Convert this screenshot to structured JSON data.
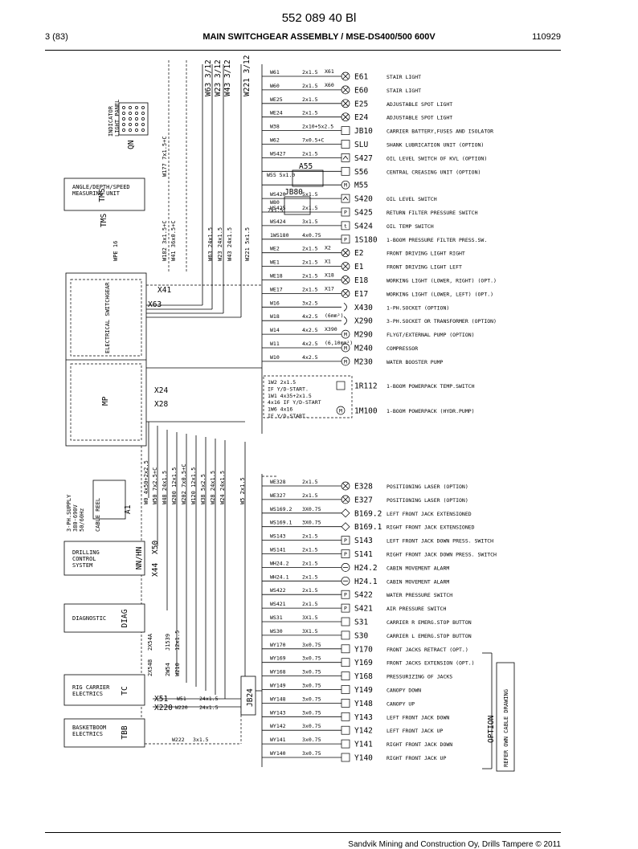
{
  "header": {
    "doc_number": "552 089 40 Bl",
    "page": "3 (83)",
    "title": "MAIN SWITCHGEAR ASSEMBLY / MSE-DS400/500 600V",
    "date": "110929"
  },
  "footer": {
    "text": "Sandvik Mining and Construction Oy, Drills Tampere © 2011"
  },
  "left_blocks": [
    {
      "key": "angle",
      "label1": "ANGLE/DEPTH/SPEED",
      "label2": "MEASURING UNIT",
      "tag": "TMS"
    },
    {
      "key": "drilling",
      "label1": "DRILLING",
      "label2": "CONTROL",
      "label3": "SYSTEM",
      "tag": "NN/HN"
    },
    {
      "key": "diagnostic",
      "label1": "DIAGNOSTIC",
      "tag": "DIAG"
    },
    {
      "key": "rig",
      "label1": "RIG CARRIER",
      "label2": "ELECTRICS",
      "tag": "TC"
    },
    {
      "key": "basket",
      "label1": "BASKETBOOM",
      "label2": "ELECTRICS",
      "tag": "TBB"
    }
  ],
  "labels": {
    "indicator_panel": "INDICATOR",
    "indicator_panel2": "LIGHT PANEL",
    "qn": "QN",
    "switchgear": "ELECTRICAL SWITCHGEAR",
    "mp": "MP",
    "supply1": "3-PH.SUPPLY",
    "supply2": "380-690V",
    "supply3": "50/60Hz",
    "cable_reel": "CABLE REEL",
    "a1": "A1",
    "jb24": "JB24",
    "a55": "A55",
    "jb80": "JB80",
    "w80": "W80",
    "w80_cable": "7x1.5",
    "w55": "W55 5x1.0",
    "wpe16": "WPE 16",
    "x41": "X41",
    "x63": "X63",
    "x24": "X24",
    "x28": "X28",
    "x50": "X50",
    "x44": "X44",
    "x51": "X51",
    "x220": "X220",
    "w51": "W51",
    "w51_cable": "24x1.5",
    "w220": "W220",
    "w220_cable": "24x1.5",
    "w222": "W222",
    "w222_cable": "3x1.5",
    "option": "OPTION",
    "refer": "REFER OWN CABLE DRAWING"
  },
  "top_wires": [
    "W63 3/12",
    "W23 3/12",
    "W43 3/12",
    "W221 3/12"
  ],
  "mid_wires": [
    {
      "name": "W177",
      "cable": "7x1.5+C"
    },
    {
      "name": "W182",
      "cable": "3x1.5+C"
    },
    {
      "name": "W41",
      "cable": "36x0.5+C"
    },
    {
      "name": "W63",
      "cable": "24x1.5"
    },
    {
      "name": "W23",
      "cable": "24x1.5"
    },
    {
      "name": "W43",
      "cable": "24x1.5"
    },
    {
      "name": "W221",
      "cable": "5x1.5"
    }
  ],
  "bottom_wires": [
    {
      "name": "W0",
      "cable": "4x50+2x2.5"
    },
    {
      "name": "W50",
      "cable": "7x2.5+C"
    },
    {
      "name": "W48",
      "cable": "24x1.5"
    },
    {
      "name": "W200",
      "cable": "12x1.5"
    },
    {
      "name": "W202",
      "cable": "7x0.5+C"
    },
    {
      "name": "W120",
      "cable": "12x1.5"
    },
    {
      "name": "W38",
      "cable": "5x2.5"
    },
    {
      "name": "W28",
      "cable": "24x1.5"
    },
    {
      "name": "W24",
      "cable": "24x1.5"
    },
    {
      "name": "W5",
      "cable": "2x1.5"
    }
  ],
  "diag_wires": [
    {
      "name": "2X54A",
      "cable": ""
    },
    {
      "name": "J1539",
      "cable": ""
    },
    {
      "name": "12x1.5",
      "cable": ""
    },
    {
      "name": "2X54B",
      "cable": ""
    },
    {
      "name": "2W54",
      "cable": ""
    },
    {
      "name": "W210",
      "cable": ""
    }
  ],
  "top_rows": [
    {
      "wire": "W61",
      "cable": "2x1.5",
      "conn": "X61",
      "sym": "lamp",
      "device": "E61",
      "desc": "STAIR LIGHT"
    },
    {
      "wire": "W60",
      "cable": "2x1.5",
      "conn": "X60",
      "sym": "lamp",
      "device": "E60",
      "desc": "STAIR LIGHT"
    },
    {
      "wire": "WE25",
      "cable": "2x1.5",
      "conn": "",
      "sym": "lamp",
      "device": "E25",
      "desc": "ADJUSTABLE SPOT LIGHT"
    },
    {
      "wire": "WE24",
      "cable": "2x1.5",
      "conn": "",
      "sym": "lamp",
      "device": "E24",
      "desc": "ADJUSTABLE SPOT LIGHT"
    },
    {
      "wire": "W38",
      "cable": "2x10+5x2.5",
      "conn": "",
      "sym": "box",
      "device": "JB10",
      "desc": "CARRIER BATTERY,FUSES AND ISOLATOR"
    },
    {
      "wire": "W62",
      "cable": "7x0.5+C",
      "conn": "",
      "sym": "box",
      "device": "SLU",
      "desc": "SHANK LUBRICATION UNIT (OPTION)"
    },
    {
      "wire": "WS427",
      "cable": "2x1.5",
      "conn": "",
      "sym": "level",
      "device": "S427",
      "desc": "OIL LEVEL SWITCH OF KVL (OPTION)"
    },
    {
      "wire": "",
      "cable": "",
      "conn": "",
      "sym": "box",
      "device": "S56",
      "desc": "CENTRAL CREASING UNIT (OPTION)"
    },
    {
      "wire": "",
      "cable": "",
      "conn": "",
      "sym": "motor",
      "device": "M55",
      "desc": ""
    },
    {
      "wire": "WS420",
      "cable": "5x1.5",
      "conn": "",
      "sym": "level",
      "device": "S420",
      "desc": "OIL LEVEL SWITCH"
    },
    {
      "wire": "WS425",
      "cable": "2x1.5",
      "conn": "",
      "sym": "pres",
      "device": "S425",
      "desc": "RETURN FILTER PRESSURE SWITCH"
    },
    {
      "wire": "WS424",
      "cable": "3x1.5",
      "conn": "",
      "sym": "temp",
      "device": "S424",
      "desc": "OIL TEMP SWITCH"
    },
    {
      "wire": "1WS180",
      "cable": "4x0.75",
      "conn": "",
      "sym": "pres",
      "device": "1S180",
      "desc": "1-BOOM PRESSURE FILTER PRESS.SW."
    },
    {
      "wire": "WE2",
      "cable": "2x1.5",
      "conn": "X2",
      "sym": "lamp",
      "device": "E2",
      "desc": "FRONT DRIVING LIGHT RIGHT"
    },
    {
      "wire": "WE1",
      "cable": "2x1.5",
      "conn": "X1",
      "sym": "lamp",
      "device": "E1",
      "desc": "FRONT DRIVING LIGHT LEFT"
    },
    {
      "wire": "WE18",
      "cable": "2x1.5",
      "conn": "X18",
      "sym": "lamp",
      "device": "E18",
      "desc": "WORKING LIGHT (LOWER, RIGHT) (OPT.)"
    },
    {
      "wire": "WE17",
      "cable": "2x1.5",
      "conn": "X17",
      "sym": "lamp",
      "device": "E17",
      "desc": "WORKING LIGHT (LOWER, LEFT) (OPT.)"
    },
    {
      "wire": "W16",
      "cable": "3x2.5",
      "conn": "",
      "sym": "socket",
      "device": "X430",
      "desc": "1-PH.SOCKET (OPTION)"
    },
    {
      "wire": "W18",
      "cable": "4x2.5",
      "conn": "(6mm²)",
      "sym": "socket",
      "device": "X290",
      "desc": "3-PH.SOCKET OR TRANSFORMER (OPTION)"
    },
    {
      "wire": "W14",
      "cable": "4x2.5",
      "conn": "X390",
      "sym": "motor",
      "device": "M290",
      "desc": "FLYGT/EXTERNAL PUMP (OPTION)"
    },
    {
      "wire": "W11",
      "cable": "4x2.5",
      "conn": "(6,10mm²)",
      "sym": "motor",
      "device": "M240",
      "desc": "COMPRESSOR"
    },
    {
      "wire": "W10",
      "cable": "4x2.5",
      "conn": "",
      "sym": "motor",
      "device": "M230",
      "desc": "WATER BOOSTER PUMP"
    }
  ],
  "powerpack": {
    "lines": [
      "1W2 2x1.5",
      "IF Y/D-START.",
      "1W1  4x35+2x1.5",
      "4x16 IF Y/D-START",
      "1W6  4x16",
      "IF Y/D-START."
    ],
    "rows": [
      {
        "device": "1R112",
        "desc": "1-BOOM POWERPACK TEMP.SWITCH"
      },
      {
        "device": "1M100",
        "desc": "1-BOOM POWERPACK (HYDR.PUMP)"
      }
    ]
  },
  "bottom_rows": [
    {
      "wire": "WE328",
      "cable": "2x1.5",
      "sym": "lamp",
      "device": "E328",
      "desc": "POSITIONING LASER (OPTION)"
    },
    {
      "wire": "WE327",
      "cable": "2x1.5",
      "sym": "lamp",
      "device": "E327",
      "desc": "POSITIONING LASER (OPTION)"
    },
    {
      "wire": "WS169.2",
      "cable": "3X0.75",
      "sym": "prox",
      "device": "B169.2",
      "desc": "LEFT FRONT JACK EXTENSIONED"
    },
    {
      "wire": "WS169.1",
      "cable": "3X0.75",
      "sym": "prox",
      "device": "B169.1",
      "desc": "RIGHT FRONT JACK EXTENSIONED"
    },
    {
      "wire": "WS143",
      "cable": "2x1.5",
      "sym": "pres",
      "device": "S143",
      "desc": "LEFT FRONT JACK DOWN PRESS. SWITCH"
    },
    {
      "wire": "WS141",
      "cable": "2x1.5",
      "sym": "pres",
      "device": "S141",
      "desc": "RIGHT FRONT JACK DOWN PRESS. SWITCH"
    },
    {
      "wire": "WH24.2",
      "cable": "2x1.5",
      "sym": "horn",
      "device": "H24.2",
      "desc": "CABIN MOVEMENT ALARM"
    },
    {
      "wire": "WH24.1",
      "cable": "2x1.5",
      "sym": "horn",
      "device": "H24.1",
      "desc": "CABIN MOVEMENT ALARM"
    },
    {
      "wire": "WS422",
      "cable": "2x1.5",
      "sym": "pres",
      "device": "S422",
      "desc": "WATER PRESSURE SWITCH"
    },
    {
      "wire": "WS421",
      "cable": "2x1.5",
      "sym": "pres",
      "device": "S421",
      "desc": "AIR PRESSURE SWITCH"
    },
    {
      "wire": "WS31",
      "cable": "3X1.5",
      "sym": "box",
      "device": "S31",
      "desc": "CARRIER R EMERG.STOP BUTTON"
    },
    {
      "wire": "WS30",
      "cable": "3X1.5",
      "sym": "box",
      "device": "S30",
      "desc": "CARRIER L EMERG.STOP BUTTON"
    },
    {
      "wire": "WY170",
      "cable": "3x0.75",
      "sym": "box",
      "device": "Y170",
      "desc": "FRONT JACKS RETRACT (OPT.)"
    },
    {
      "wire": "WY169",
      "cable": "3x0.75",
      "sym": "box",
      "device": "Y169",
      "desc": "FRONT JACKS EXTENSION (OPT.)"
    },
    {
      "wire": "WY168",
      "cable": "3x0.75",
      "sym": "box",
      "device": "Y168",
      "desc": "PRESSURIZING OF JACKS"
    },
    {
      "wire": "WY149",
      "cable": "3x0.75",
      "sym": "box",
      "device": "Y149",
      "desc": "CANOPY DOWN"
    },
    {
      "wire": "WY148",
      "cable": "3x0.75",
      "sym": "box",
      "device": "Y148",
      "desc": "CANOPY UP"
    },
    {
      "wire": "WY143",
      "cable": "3x0.75",
      "sym": "box",
      "device": "Y143",
      "desc": "LEFT FRONT JACK DOWN"
    },
    {
      "wire": "WY142",
      "cable": "3x0.75",
      "sym": "box",
      "device": "Y142",
      "desc": "LEFT FRONT JACK UP"
    },
    {
      "wire": "WY141",
      "cable": "3x0.75",
      "sym": "box",
      "device": "Y141",
      "desc": "RIGHT FRONT JACK DOWN"
    },
    {
      "wire": "WY140",
      "cable": "3x0.75",
      "sym": "box",
      "device": "Y140",
      "desc": "RIGHT FRONT JACK UP"
    }
  ]
}
